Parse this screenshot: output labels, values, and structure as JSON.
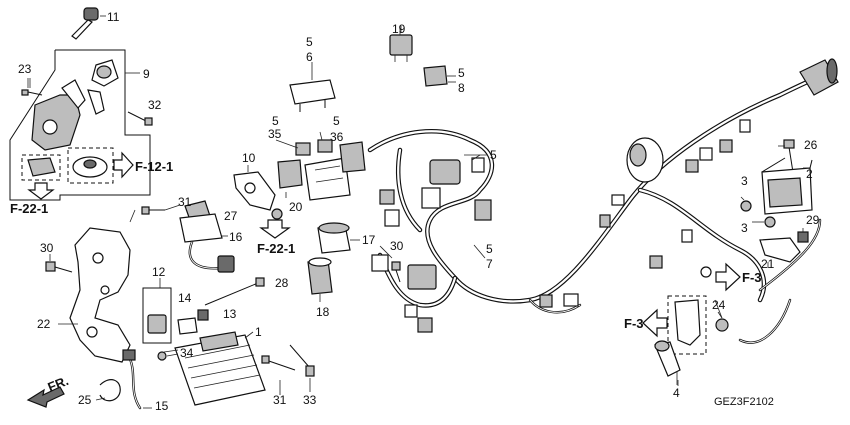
{
  "diagram_code": "GEZ3F2102",
  "front_label": "FR.",
  "refs": {
    "f22_top": "F-22-1",
    "f22_mid": "F-22-1",
    "f12": "F-12-1",
    "f3_right": "F-3",
    "f3_left": "F-3"
  },
  "labels": {
    "n11": "11",
    "n23": "23",
    "n9": "9",
    "n32": "32",
    "n19": "19",
    "n5a": "5",
    "n6": "6",
    "n5b": "5",
    "n8": "8",
    "n5c": "5",
    "n35": "35",
    "n5d": "5",
    "n36": "36",
    "n5e": "5",
    "n10": "10",
    "n20": "20",
    "n31a": "31",
    "n27": "27",
    "n16": "16",
    "n17": "17",
    "n30a": "30",
    "n5f": "5",
    "n7": "7",
    "n26": "26",
    "n2": "2",
    "n3a": "3",
    "n3b": "3",
    "n29": "29",
    "n21": "21",
    "n30b": "30",
    "n12": "12",
    "n28": "28",
    "n14": "14",
    "n13": "13",
    "n18": "18",
    "n22": "22",
    "n1": "1",
    "n34": "34",
    "n24": "24",
    "n25": "25",
    "n15": "15",
    "n31b": "31",
    "n33": "33",
    "n4": "4"
  }
}
